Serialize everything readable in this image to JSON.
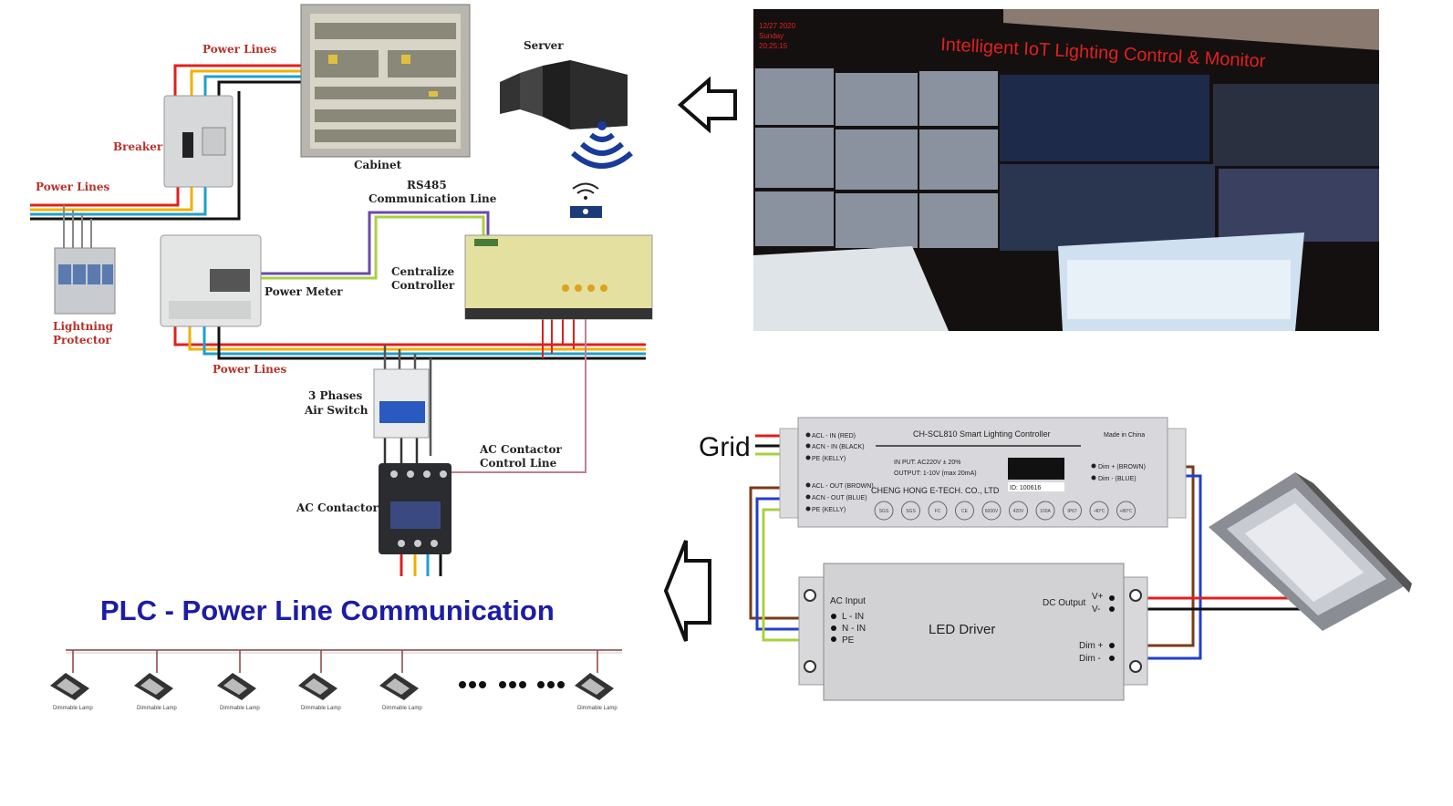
{
  "plc_system": {
    "power_lines_1": "Power Lines",
    "power_lines_2": "Power Lines",
    "power_lines_3": "Power Lines",
    "breaker": "Breaker",
    "cabinet": "Cabinet",
    "server": "Server",
    "rs485_line1": "RS485",
    "rs485_line2": "Communication Line",
    "power_meter": "Power Meter",
    "lightning_line1": "Lightning",
    "lightning_line2": "Protector",
    "controller_line1": "Centralize",
    "controller_line2": "Controller",
    "air_switch_line1": "3 Phases",
    "air_switch_line2": "Air Switch",
    "contactor_line_line1": "AC Contactor",
    "contactor_line_line2": "Control Line",
    "contactor": "AC Contactor"
  },
  "plc_title": "PLC - Power Line Communication",
  "lamps": [
    "Dimmable Lamp",
    "Dimmable Lamp",
    "Dimmable Lamp",
    "Dimmable Lamp",
    "Dimmable Lamp",
    "Dimmable Lamp"
  ],
  "monitor": {
    "title": "Intelligent IoT Lighting Control & Monitor",
    "date": "12/27 2020",
    "day": "Sunday",
    "time": "20:25:15"
  },
  "grid_label": "Grid",
  "smart_controller": {
    "title": "CH-SCL810 Smart Lighting Controller",
    "made_in": "Made in China",
    "acl_in": "ACL - IN (RED)",
    "acn_in": "ACN - IN (BLACK)",
    "pe_in": "PE (KELLY)",
    "acl_out": "ACL - OUT (BROWN)",
    "acn_out": "ACN - OUT (BLUE)",
    "pe_out": "PE (KELLY)",
    "input": "IN PUT:  AC220V ± 20%",
    "output": "OUTPUT:  1-10V (max 20mA)",
    "company": "CHENG HONG E-TECH. CO., LTD",
    "id": "ID: 100616",
    "dim_plus": "Dim + (BROWN)",
    "dim_minus": "Dim - (BLUE)",
    "badges": [
      "SGS",
      "SGS",
      "FC",
      "CE",
      "6000V",
      "420V",
      "100A",
      "IP67",
      "-40°C",
      "+80°C"
    ]
  },
  "led_driver": {
    "title": "LED  Driver",
    "ac_input": "AC Input",
    "l_in": "L - IN",
    "n_in": "N - IN",
    "pe": "PE",
    "dc_output": "DC Output",
    "v_plus": "V+",
    "v_minus": "V-",
    "dim_plus": "Dim +",
    "dim_minus": "Dim -"
  },
  "colors": {
    "title_blue": "#1c1ca6",
    "label_red": "#b8322a",
    "wire_red": "#e02020",
    "wire_blue": "#1f3fd0",
    "wire_brown": "#7a3a1a",
    "wire_yellow": "#f0b000",
    "wire_green": "#a8d040",
    "rs485": "#6a4aa8",
    "control_line": "#c08090"
  }
}
